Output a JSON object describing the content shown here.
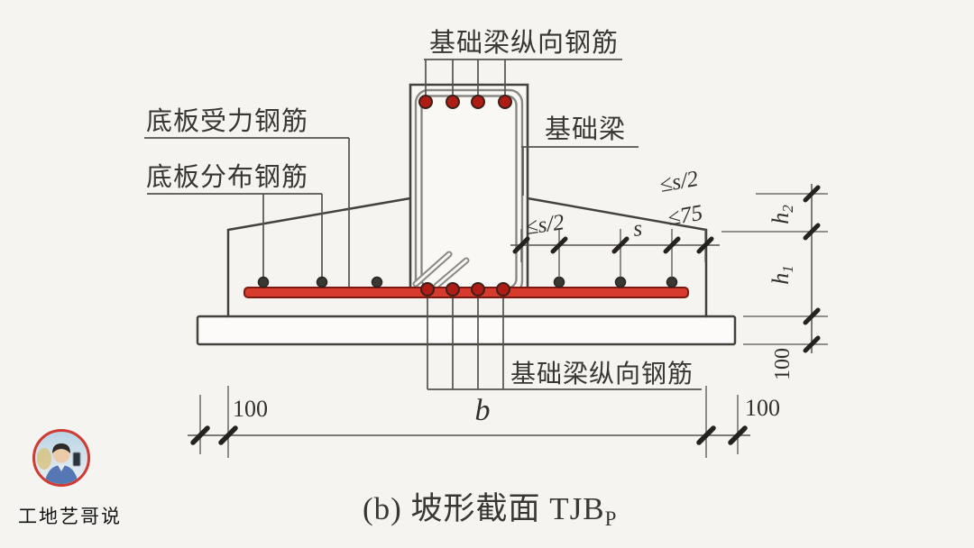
{
  "title": {
    "main": "(b) 坡形截面 TJB",
    "sub": "P"
  },
  "labels": {
    "beam_longitudinal_top": "基础梁纵向钢筋",
    "slab_main_rebar": "底板受力钢筋",
    "slab_distribution_rebar": "底板分布钢筋",
    "foundation_beam": "基础梁",
    "beam_longitudinal_bottom": "基础梁纵向钢筋"
  },
  "dimensions": {
    "spacing_half_upper": "≤s/2",
    "spacing_max_edge": "≤75",
    "spacing_half_lower": "≤s/2",
    "spacing_s": "s",
    "h2_base": "h",
    "h2_sub": "2",
    "h1_base": "h",
    "h1_sub": "1",
    "cushion_thickness": "100",
    "left_edge_overhang": "100",
    "footing_width": "b",
    "right_edge_overhang": "100"
  },
  "watermark": {
    "name": "工地艺哥说"
  },
  "colors": {
    "rebar_red": "#d63b2e",
    "rebar_red_stroke": "#7a1a12",
    "dot_red": "#ae1d15",
    "outline": "#45423e"
  }
}
